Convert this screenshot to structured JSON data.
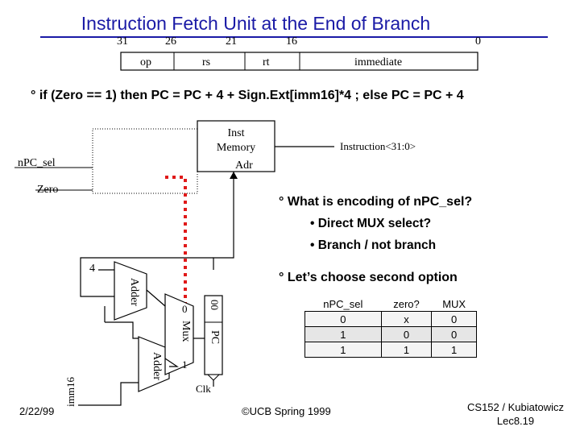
{
  "title": "Instruction Fetch Unit at the End of  Branch",
  "instruction_format": {
    "bit_numbers": [
      "31",
      "26",
      "21",
      "16",
      "0"
    ],
    "fields": [
      "op",
      "rs",
      "rt",
      "immediate"
    ]
  },
  "pc_update": "°  if  (Zero == 1)  then  PC = PC + 4 + Sign.Ext[imm16]*4 ;  else  PC = PC + 4",
  "diagram": {
    "inst_memory": "Inst\nMemory",
    "adr": "Adr",
    "instruction_bus": "Instruction<31:0>",
    "npc_sel": "nPC_sel",
    "zero": "Zero",
    "four": "4",
    "adder_top": "Adder",
    "adder_bottom": "Adder",
    "mux": "Mux",
    "mux_in0": "0",
    "mux_in1": "1",
    "pc_reg": "PC",
    "pc_low_bits": "00",
    "clk": "Clk",
    "imm16": "imm16"
  },
  "questions": {
    "q1": "°  What is encoding of nPC_sel?",
    "q1_options": [
      "•  Direct MUX select?",
      "•  Branch / not branch"
    ],
    "q2": "°  Let’s choose second option"
  },
  "truth_table": {
    "headers": [
      "nPC_sel",
      "zero?",
      "MUX"
    ],
    "rows": [
      [
        "0",
        "x",
        "0"
      ],
      [
        "1",
        "0",
        "0"
      ],
      [
        "1",
        "1",
        "1"
      ]
    ]
  },
  "colors": {
    "title": "#1a1aa6",
    "red_line": "#e01919"
  },
  "footer": {
    "date": "2/22/99",
    "copyright": "©UCB Spring 1999",
    "course": "CS152 / Kubiatowicz",
    "lecture": "Lec8.19"
  }
}
